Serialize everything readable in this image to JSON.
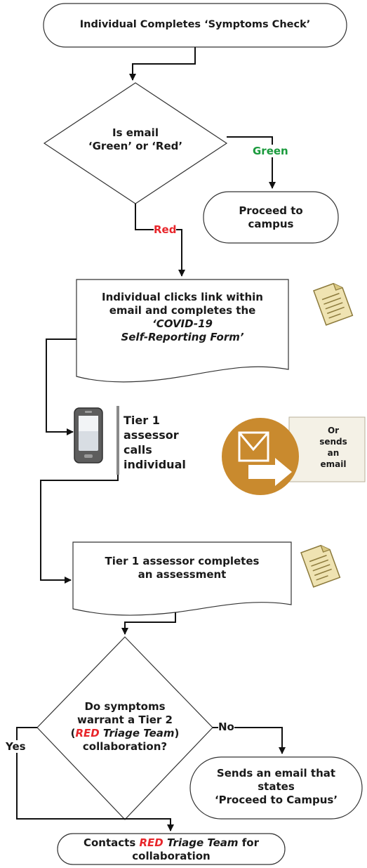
{
  "nodes": {
    "start": "Individual Completes ‘Symptoms Check’",
    "decision1": [
      "Is email",
      "‘Green’ or ‘Red’"
    ],
    "proceed": [
      "Proceed to",
      "campus"
    ],
    "form": [
      "Individual clicks link within",
      "email and completes the",
      "‘COVID-19",
      "Self-Reporting Form’"
    ],
    "tier1_call": [
      "Tier 1",
      "assessor",
      "calls",
      "individual"
    ],
    "email_alt": [
      "Or",
      "sends",
      "an",
      "email"
    ],
    "assessment": [
      "Tier 1 assessor completes",
      "an assessment"
    ],
    "decision2": {
      "line1": "Do symptoms",
      "line2": "warrant a Tier 2",
      "line3_open": "(",
      "line3_red": "RED",
      "line3_italic": " Triage Team",
      "line3_close": ")",
      "line4": "collaboration?"
    },
    "sends_email": [
      "Sends an email that",
      "states",
      "‘Proceed to Campus’"
    ],
    "contacts": {
      "pre": "Contacts ",
      "red": "RED",
      "italic": " Triage Team",
      "post": " for",
      "line2": "collaboration"
    }
  },
  "labels": {
    "green": "Green",
    "red": "Red",
    "no": "No",
    "yes": "Yes"
  },
  "icons": [
    "document-icon",
    "mobile-phone-icon",
    "send-email-icon",
    "document-icon"
  ],
  "colors": {
    "green_label": "#1a9a3c",
    "red_label": "#e8262b",
    "email_circle": "#c98a2e",
    "document_icon": "#e8d9a0"
  }
}
